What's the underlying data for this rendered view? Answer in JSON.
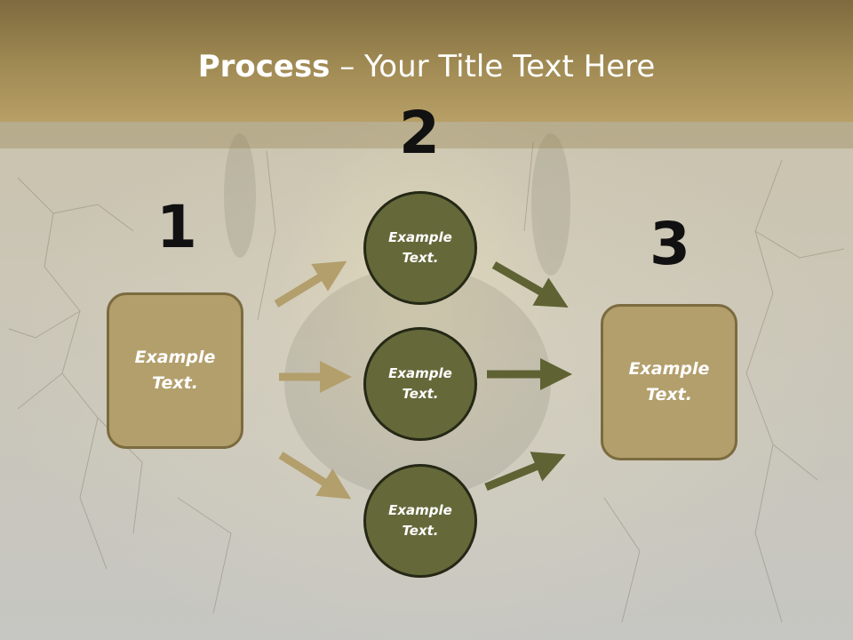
{
  "slide": {
    "title_bold": "Process",
    "title_rest": " – Your Title Text Here"
  },
  "steps": [
    {
      "number": "1"
    },
    {
      "number": "2"
    },
    {
      "number": "3"
    }
  ],
  "nodes": {
    "left_box": "Example\nText.",
    "circle_top": "Example\nText.",
    "circle_middle": "Example\nText.",
    "circle_bottom": "Example\nText.",
    "right_box": "Example\nText."
  },
  "colors": {
    "header": "#a18b54",
    "box_fill": "#b39f6c",
    "circle_fill": "#65693a",
    "arrow_left": "#b39f6c",
    "arrow_right": "#5f6233"
  }
}
